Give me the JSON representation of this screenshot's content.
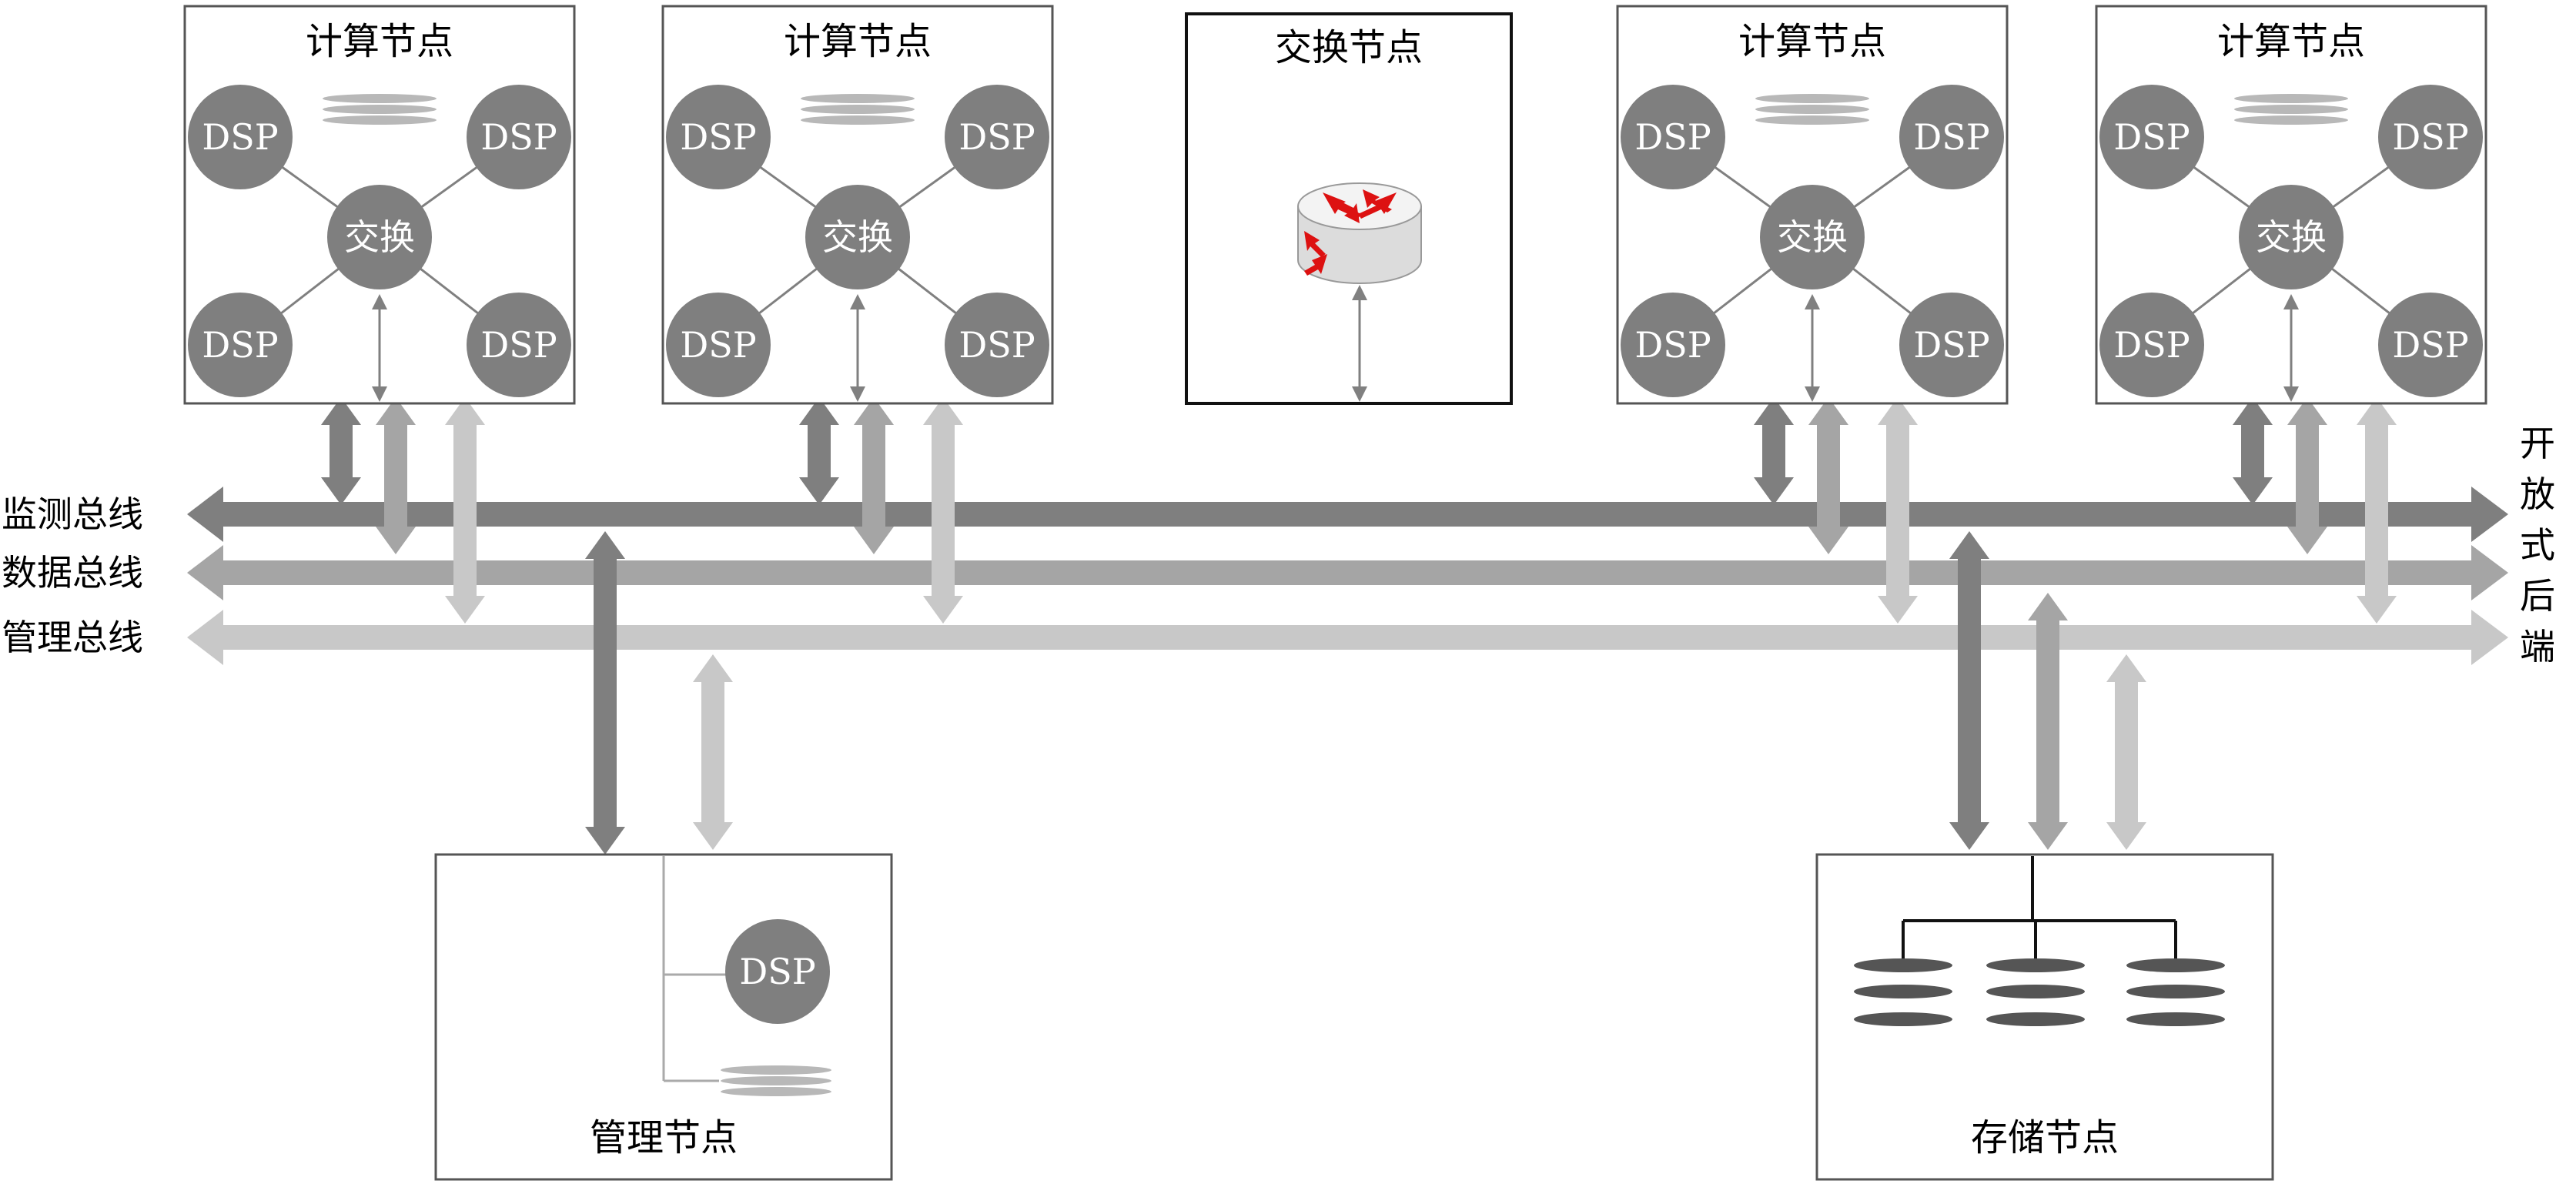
{
  "colors": {
    "monitor_bus": "#7f7f7f",
    "data_bus": "#a5a5a5",
    "mgmt_bus": "#c8c8c8",
    "dsp_fill": "#7f7f7f",
    "dsp_text": "#ffffff",
    "box_stroke": "#555555",
    "switch_box_stroke": "#111111",
    "router_red": "#dd1111",
    "text": "#111111"
  },
  "buses": {
    "monitor": "监测总线",
    "data": "数据总线",
    "mgmt": "管理总线"
  },
  "right_label": "开放式后端",
  "compute_nodes": [
    {
      "title": "计算节点",
      "dsp": [
        "DSP",
        "DSP",
        "DSP",
        "DSP"
      ],
      "switch": "交换"
    },
    {
      "title": "计算节点",
      "dsp": [
        "DSP",
        "DSP",
        "DSP",
        "DSP"
      ],
      "switch": "交换"
    },
    {
      "title": "计算节点",
      "dsp": [
        "DSP",
        "DSP",
        "DSP",
        "DSP"
      ],
      "switch": "交换"
    },
    {
      "title": "计算节点",
      "dsp": [
        "DSP",
        "DSP",
        "DSP",
        "DSP"
      ],
      "switch": "交换"
    }
  ],
  "switch_node": {
    "title": "交换节点",
    "icon": "router-icon"
  },
  "mgmt_node": {
    "title": "管理节点",
    "dsp": "DSP",
    "icon": "memory-stack-icon"
  },
  "storage_node": {
    "title": "存储节点",
    "icon": "disk-stack-icon"
  }
}
